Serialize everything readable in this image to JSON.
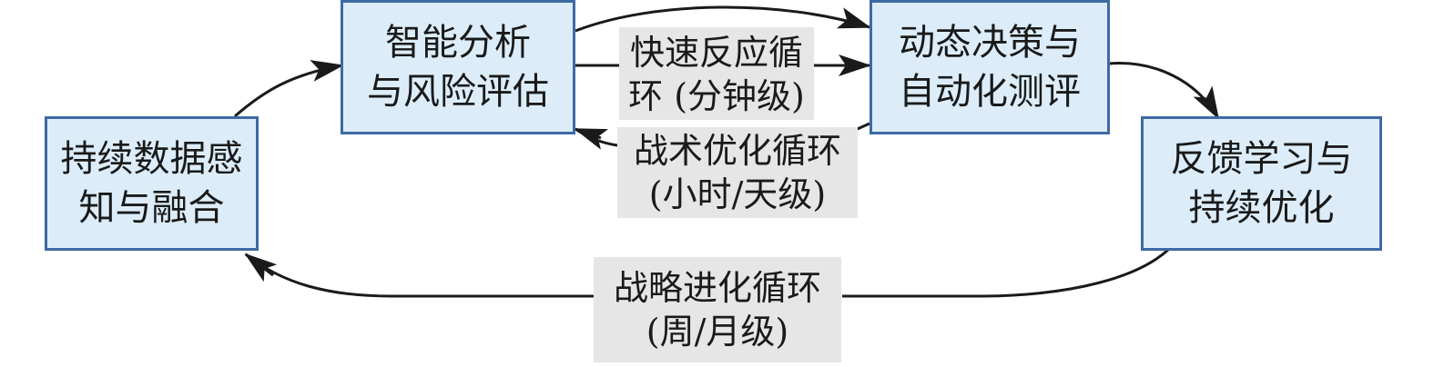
{
  "nodes": {
    "perception": {
      "line1": "持续数据感",
      "line2": "知与融合"
    },
    "analysis": {
      "line1": "智能分析",
      "line2": "与风险评估"
    },
    "decision": {
      "line1": "动态决策与",
      "line2": "自动化测评"
    },
    "feedback": {
      "line1": "反馈学习与",
      "line2": "持续优化"
    }
  },
  "loops": {
    "fast": {
      "line1": "快速反应循",
      "line2": "环 (分钟级)"
    },
    "tactical": {
      "line1": "战术优化循环",
      "line2": "(小时/天级)"
    },
    "strategic": {
      "line1": "战略进化循环",
      "line2": "(周/月级)"
    }
  },
  "colors": {
    "node_fill": "#dcedf9",
    "node_border": "#3e6aa4",
    "label_fill": "#e6e6e6",
    "arrow": "#1a1a1a"
  }
}
